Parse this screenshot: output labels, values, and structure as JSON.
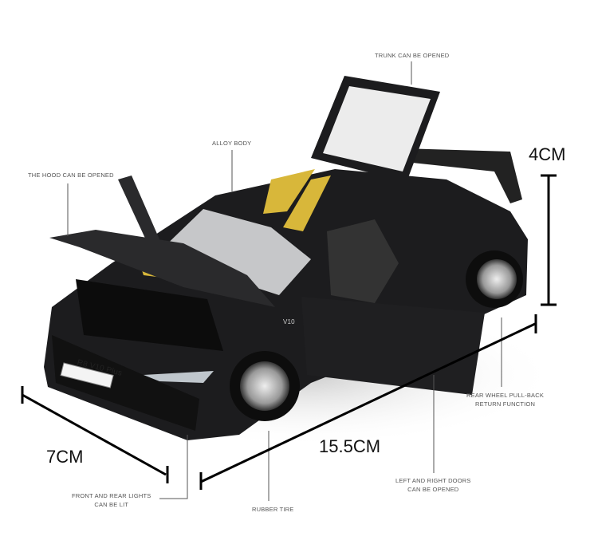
{
  "callouts": {
    "trunk": "TRUNK CAN BE OPENED",
    "alloy": "ALLOY BODY",
    "hood": "THE HOOD CAN BE OPENED",
    "rear_wheel_line1": "REAR WHEEL PULL-BACK",
    "rear_wheel_line2": "RETURN FUNCTION",
    "doors_line1": "LEFT AND RIGHT DOORS",
    "doors_line2": "CAN BE OPENED",
    "lights_line1": "FRONT AND REAR LIGHTS",
    "lights_line2": "CAN BE LIT",
    "tire": "RUBBER TIRE"
  },
  "dimensions": {
    "height": "4CM",
    "width": "7CM",
    "length": "15.5CM"
  },
  "car": {
    "plate": "R8 V10 Plus",
    "badge": "V10",
    "body_color": "#1c1c1e",
    "accent_color": "#d8b73a"
  }
}
